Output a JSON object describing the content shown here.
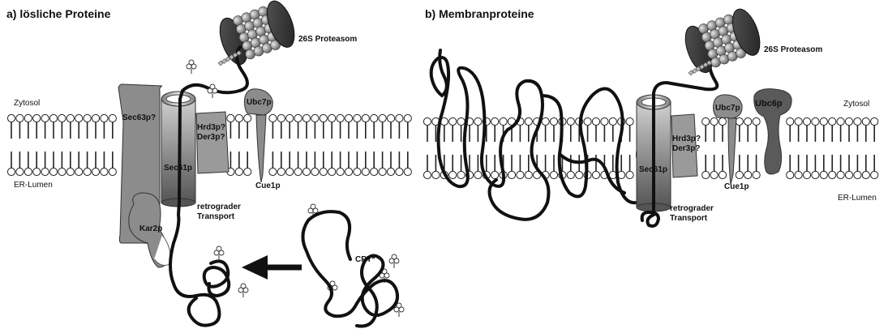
{
  "panel_a": {
    "title": "a) lösliche Proteine",
    "proteasome_label": "26S Proteasom",
    "zytosol_label": "Zytosol",
    "er_lumen_label": "ER-Lumen",
    "sec63_label": "Sec63p?",
    "sec61_label": "Sec61p",
    "hrd3_label": "Hrd3p?",
    "der3_label": "Der3p?",
    "ubc7_label": "Ubc7p",
    "cue1_label": "Cue1p",
    "retro_label_1": "retrograder",
    "retro_label_2": "Transport",
    "kar2_label": "Kar2p",
    "cpy_label": "CPY*"
  },
  "panel_b": {
    "title": "b) Membranproteine",
    "proteasome_label": "26S Proteasom",
    "zytosol_label": "Zytosol",
    "er_lumen_label": "ER-Lumen",
    "sec61_label": "Sec61p",
    "hrd3_label": "Hrd3p?",
    "der3_label": "Der3p?",
    "ubc7_label": "Ubc7p",
    "ubc6_label": "Ubc6p",
    "cue1_label": "Cue1p",
    "retro_label_1": "retrograder",
    "retro_label_2": "Transport"
  },
  "colors": {
    "protein_grey": "#8c8c8c",
    "dark_grey": "#5a5a5a",
    "chain": "#111111",
    "membrane_line": "#222222"
  }
}
